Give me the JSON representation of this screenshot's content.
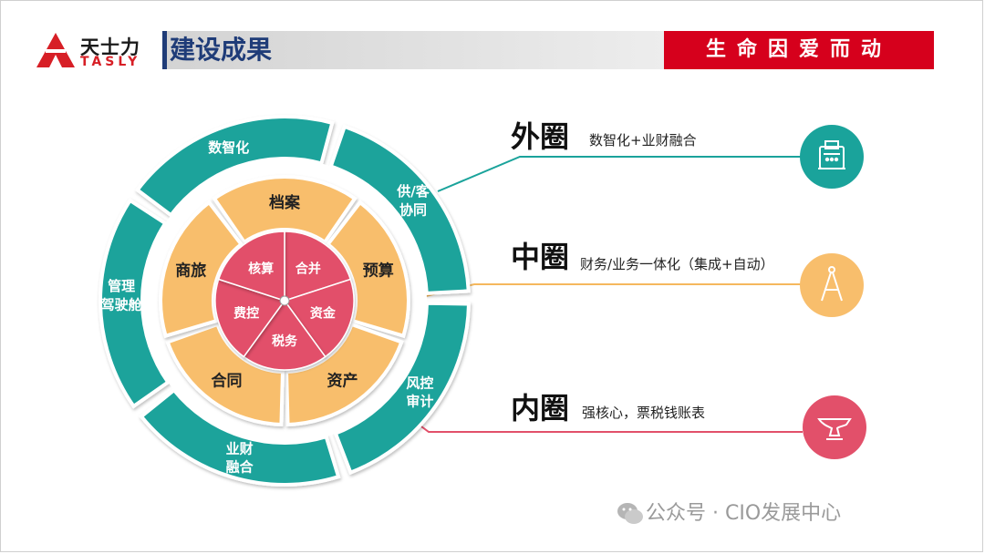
{
  "header": {
    "logo_cn": "天士力",
    "logo_en": "TASLY",
    "title": "建设成果",
    "slogan": "生命因爱而动"
  },
  "colors": {
    "outer": "#1aa39b",
    "middle": "#f8be6c",
    "inner": "#e2506a",
    "red": "#d6001c",
    "navy": "#1f3c78"
  },
  "outer_ring": [
    "数智化",
    "供/客\n协同",
    "风控\n审计",
    "业财\n融合",
    "管理\n驾驶舱"
  ],
  "middle_ring": [
    "档案",
    "预算",
    "资产",
    "合同",
    "商旅"
  ],
  "inner_ring": [
    "合并",
    "资金",
    "税务",
    "费控",
    "核算"
  ],
  "rings": [
    {
      "title": "外圈",
      "desc": "数智化+业财融合",
      "icon": "cash-register-icon"
    },
    {
      "title": "中圈",
      "desc": "财务/业务一体化（集成+自动）",
      "icon": "compass-icon"
    },
    {
      "title": "内圈",
      "desc": "强核心，票税钱账表",
      "icon": "anvil-icon"
    }
  ],
  "watermark": "公众号 · CIO发展中心"
}
